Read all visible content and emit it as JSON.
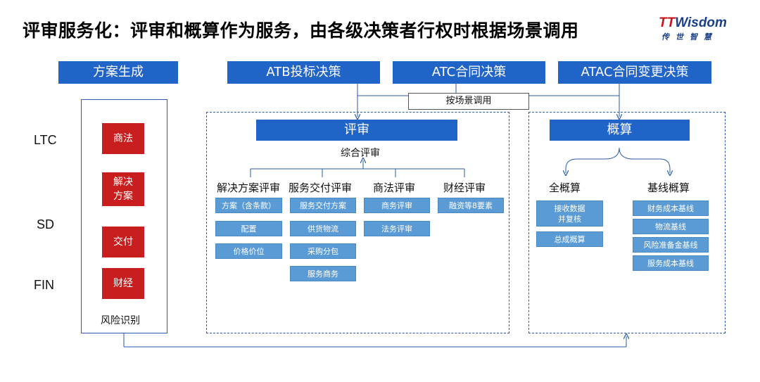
{
  "title": "评审服务化：评审和概算作为服务，由各级决策者行权时根据场景调用",
  "logo": {
    "brand_red": "TT",
    "brand_blue": "Wisdom",
    "sub": "传世智慧"
  },
  "headers": {
    "solution_gen": "方案生成",
    "atb": "ATB投标决策",
    "atc": "ATC合同决策",
    "atac": "ATAC合同变更决策"
  },
  "scene_call": "按场景调用",
  "left_panel": {
    "rows": [
      "LTC",
      "SD",
      "FIN"
    ],
    "items": [
      "商法",
      "解决\n方案",
      "交付",
      "财经"
    ],
    "risk": "风险识别"
  },
  "review": {
    "title": "评审",
    "comprehensive": "综合评审",
    "groups": [
      {
        "name": "解决方案评审",
        "items": [
          "方案（含条款）",
          "配置",
          "价格价位"
        ]
      },
      {
        "name": "服务交付评审",
        "items": [
          "服务交付方案",
          "供货物流",
          "采购分包",
          "服务商务"
        ]
      },
      {
        "name": "商法评审",
        "items": [
          "商务评审",
          "法务评审"
        ]
      },
      {
        "name": "财经评审",
        "items": [
          "融资等8要素"
        ]
      }
    ]
  },
  "estimate": {
    "title": "概算",
    "groups": [
      {
        "name": "全概算",
        "items": [
          "接收数据\n并复核",
          "总成概算"
        ]
      },
      {
        "name": "基线概算",
        "items": [
          "财务成本基线",
          "物流基线",
          "风险准备金基线",
          "服务成本基线"
        ]
      }
    ]
  },
  "colors": {
    "accent_blue": "#2164c8",
    "chip_blue": "#5b9bd5",
    "risk_red": "#c81e1e",
    "brand_red": "#c8141c",
    "brand_blue": "#1a3f8a"
  }
}
